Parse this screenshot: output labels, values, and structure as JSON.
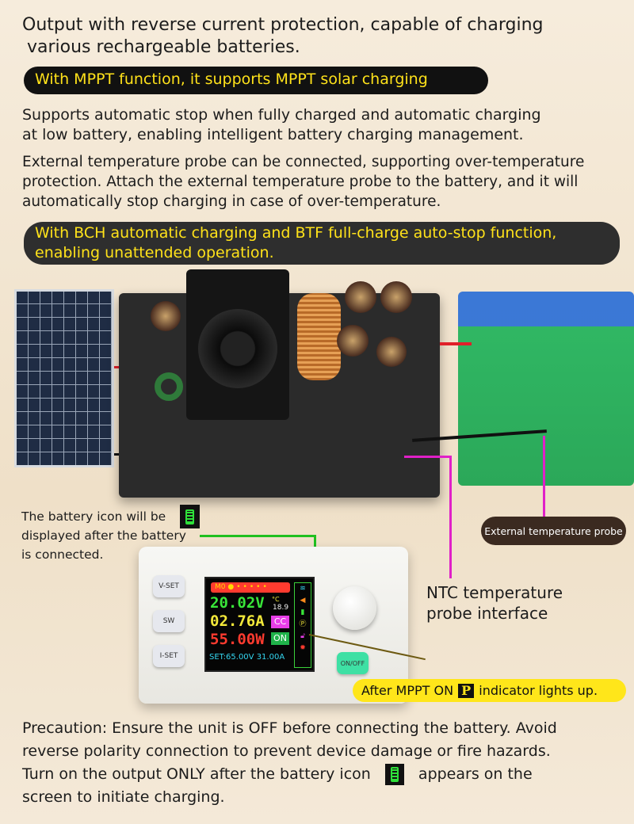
{
  "heading": [
    "Output with reverse current protection, capable of charging",
    "various rechargeable batteries."
  ],
  "mppt_banner": "With MPPT function, it supports MPPT solar charging",
  "para1": [
    "Supports automatic stop when fully charged and automatic charging",
    "at low battery, enabling intelligent battery charging management."
  ],
  "para2": [
    "External temperature probe can be connected, supporting over-temperature",
    "protection. Attach the external temperature probe to the battery, and it will",
    "automatically stop charging in case of over-temperature."
  ],
  "bch_banner": [
    "With BCH automatic charging and BTF full-charge auto-stop function,",
    "enabling unattended operation."
  ],
  "battery_note": [
    "The battery icon will be",
    "displayed after the battery",
    "is connected."
  ],
  "probe_label": "External temperature probe",
  "ntc_label": [
    "NTC temperature",
    "probe interface"
  ],
  "mppt_note": {
    "before": "After MPPT ON",
    "icon": "P",
    "after": "indicator lights up."
  },
  "device": {
    "buttons": {
      "vset": "V-SET",
      "sw": "SW",
      "iset": "I-SET",
      "onoff": "ON/OFF"
    },
    "screen": {
      "mode": "M0",
      "voltage": "20.02V",
      "current": "02.76A",
      "power": "55.00W",
      "temp_unit": "°C",
      "temp": "18.9",
      "cc": "CC",
      "on": "ON",
      "set": "SET:65.00V 31.00A"
    }
  },
  "precaution": [
    "Precaution: Ensure the unit is OFF before connecting the battery. Avoid",
    "reverse polarity connection to prevent device damage or fire hazards.",
    "Turn on the output ONLY after the battery icon",
    "appears on the",
    "screen to initiate charging."
  ],
  "colors": {
    "banner_text": "#ffe21a",
    "lcd_green": "#39e639",
    "lcd_yellow": "#f2e83a",
    "lcd_red": "#ff3b2f",
    "lcd_cyan": "#34d6f0",
    "lcd_magenta": "#e83ee8"
  }
}
